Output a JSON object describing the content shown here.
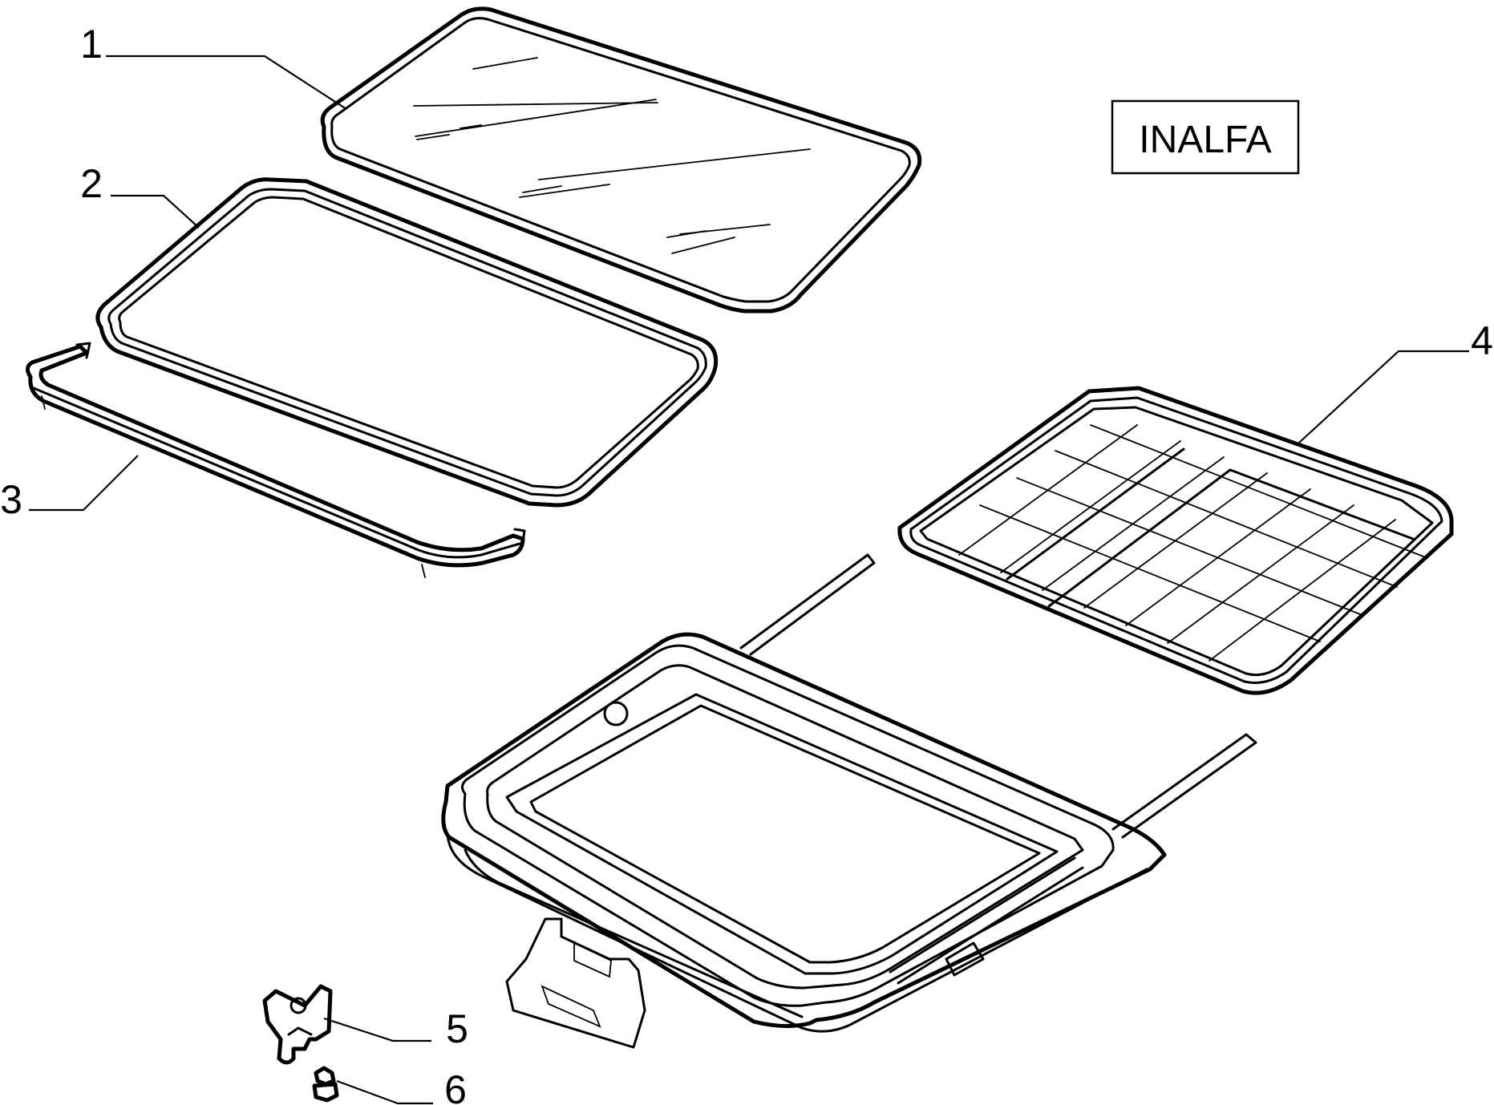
{
  "brand_label": "INALFA",
  "callouts": [
    {
      "id": "1",
      "label": "1"
    },
    {
      "id": "2",
      "label": "2"
    },
    {
      "id": "3",
      "label": "3"
    },
    {
      "id": "4",
      "label": "4"
    },
    {
      "id": "5",
      "label": "5"
    },
    {
      "id": "6",
      "label": "6"
    }
  ]
}
